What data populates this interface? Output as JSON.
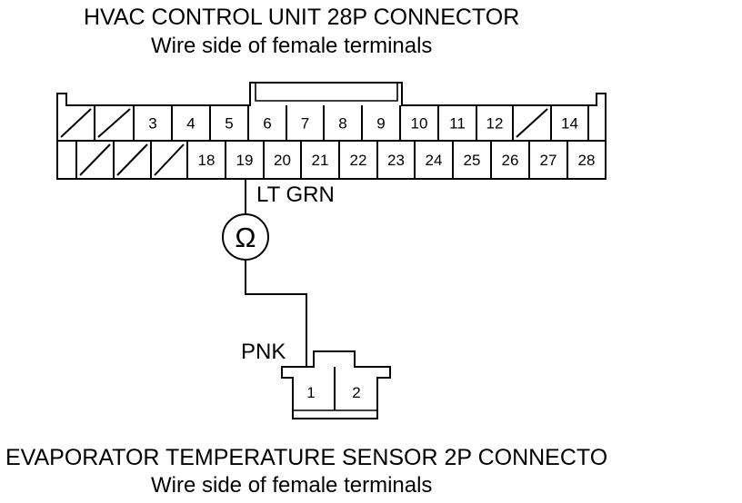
{
  "top_connector": {
    "title": "HVAC CONTROL UNIT 28P CONNECTOR",
    "subtitle": "Wire side of female terminals",
    "row1": [
      "",
      "",
      "3",
      "4",
      "5",
      "6",
      "7",
      "8",
      "9",
      "10",
      "11",
      "12",
      "",
      "14",
      ""
    ],
    "row1_blank": [
      0,
      1,
      12
    ],
    "row2": [
      "",
      "",
      "",
      "18",
      "19",
      "20",
      "21",
      "22",
      "23",
      "24",
      "25",
      "26",
      "27",
      "28"
    ],
    "row2_blank": [
      0,
      1,
      2
    ]
  },
  "wire": {
    "top_color": "LT GRN",
    "bottom_color": "PNK",
    "meter_symbol": "Ω"
  },
  "bottom_connector": {
    "pins": [
      "1",
      "2"
    ],
    "title": "EVAPORATOR TEMPERATURE SENSOR 2P CONNECTO",
    "subtitle": "Wire side of female terminals"
  }
}
